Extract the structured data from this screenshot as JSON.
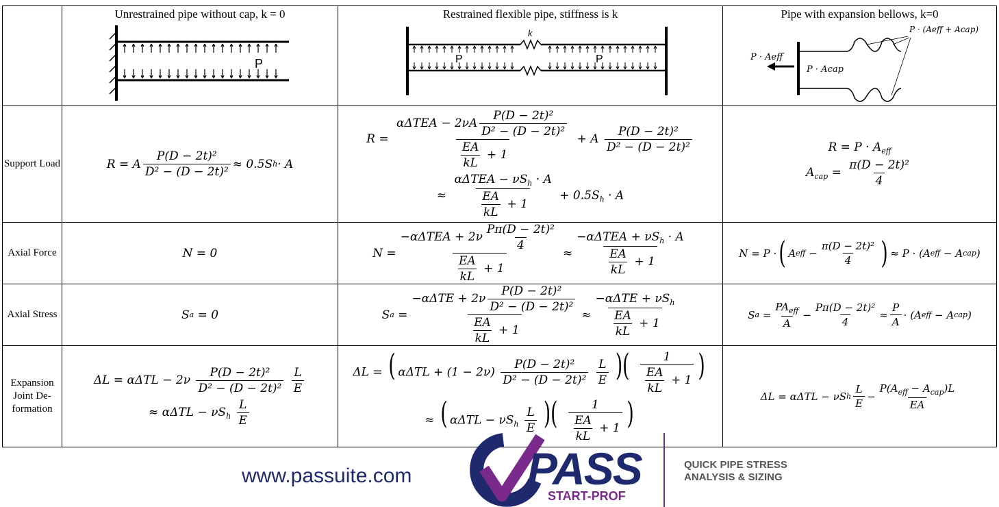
{
  "headers": {
    "col1": "Unrestrained pipe without cap, k = 0",
    "col2": "Restrained flexible pipe, stiffness is k",
    "col3": "Pipe with expansion bellows, k=0"
  },
  "diagram_labels": {
    "p": "P",
    "k": "k",
    "p_aeff": "P · Aeff",
    "p_acap": "P · Acap",
    "p_aeff_acap": "P · (Aeff + Acap)"
  },
  "rows": {
    "support_load": "Support Load",
    "axial_force": "Axial Force",
    "axial_stress": "Axial Stress",
    "expansion": "Expansion Joint De-formation"
  },
  "math": {
    "R": "R",
    "eq": "=",
    "approx": "≈",
    "plus": "+",
    "minus": "−",
    "one": "1",
    "A": "A",
    "P": "P",
    "D2": "D² − (D − 2t)²",
    "PD2": "P(D − 2t)²",
    "half_sh": "0.5S",
    "h": "h",
    "dotA": " · A",
    "num_r2a": "αΔTEA − 2νA",
    "ea": "EA",
    "kl": "kL",
    "num_r2b": "αΔTEA − νS",
    "paeff": "R = P · A",
    "eff": "eff",
    "cap": "cap",
    "acap_lhs": "A",
    "pid": "π(D − 2t)²",
    "four": "4",
    "N0": "N = 0",
    "N": "N",
    "n2a": "−αΔTEA + 2ν",
    "ppid": "Pπ(D − 2t)²",
    "n2b": "−αΔTEA + νS",
    "n3a": "N = P ·",
    "aeff": "A",
    "Sa0": "S",
    "a": "a",
    "zero": "= 0",
    "s2a": "−αΔTE + 2ν",
    "s2b": "−αΔTE + νS",
    "PAeff": "PA",
    "pp": "P",
    "dL": "ΔL",
    "dl1": "αΔTL − 2ν",
    "L": "L",
    "E": "E",
    "dl1b": "αΔTL − νS",
    "dl2a": "αΔTL + (1 − 2ν)",
    "dl3": "αΔTL − νS",
    "dl3n": "P(A",
    "dl3n2": ")L",
    "dot": "·"
  },
  "footer": {
    "url": "www.passuite.com",
    "brand": "PASS",
    "brand_sub": "START-PROF",
    "tagline1": "QUICK PIPE STRESS",
    "tagline2": "ANALYSIS & SIZING",
    "colors": {
      "navy": "#1f2a6e",
      "purple": "#7a2a8c",
      "gray": "#555555"
    }
  }
}
